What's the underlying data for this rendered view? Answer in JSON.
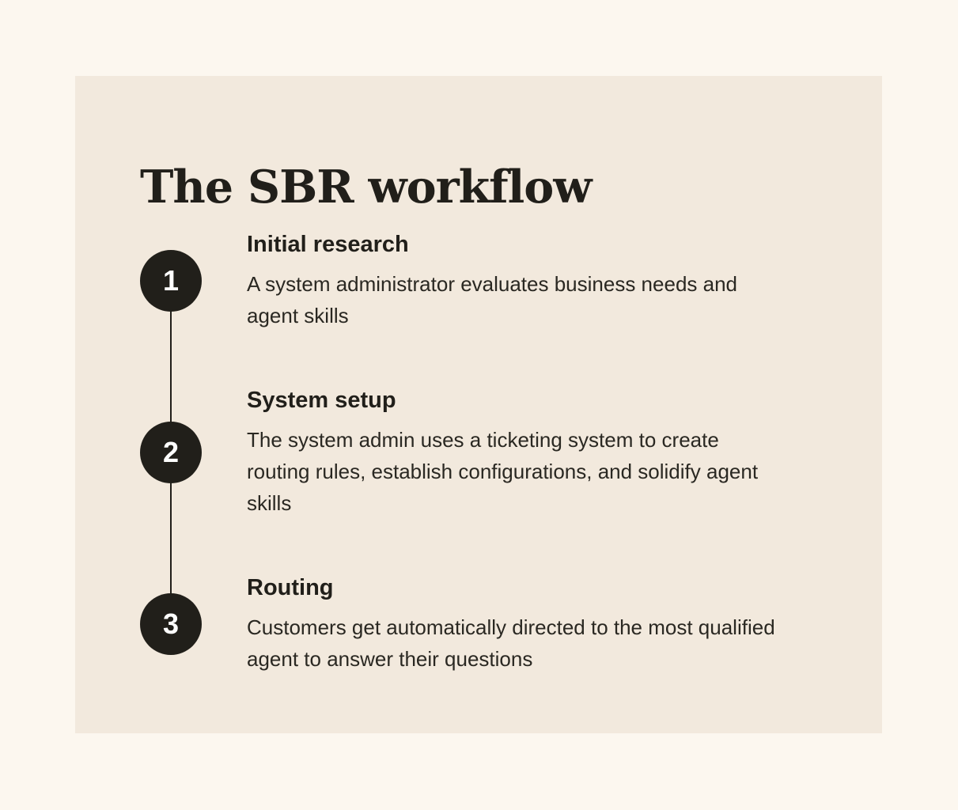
{
  "title": "The SBR workflow",
  "colors": {
    "outer_background": "#fcf7ef",
    "panel_background": "#f2e9dd",
    "circle_fill": "#211f1a",
    "circle_number": "#ffffff",
    "text": "#211f1a"
  },
  "steps": [
    {
      "number": "1",
      "heading": "Initial research",
      "body": "A system administrator evaluates business needs and agent skills"
    },
    {
      "number": "2",
      "heading": "System setup",
      "body": "The system admin uses a ticketing system to create routing rules, establish configurations, and solidify agent skills"
    },
    {
      "number": "3",
      "heading": "Routing",
      "body": "Customers get automatically directed to the most qualified agent to answer their questions"
    }
  ]
}
